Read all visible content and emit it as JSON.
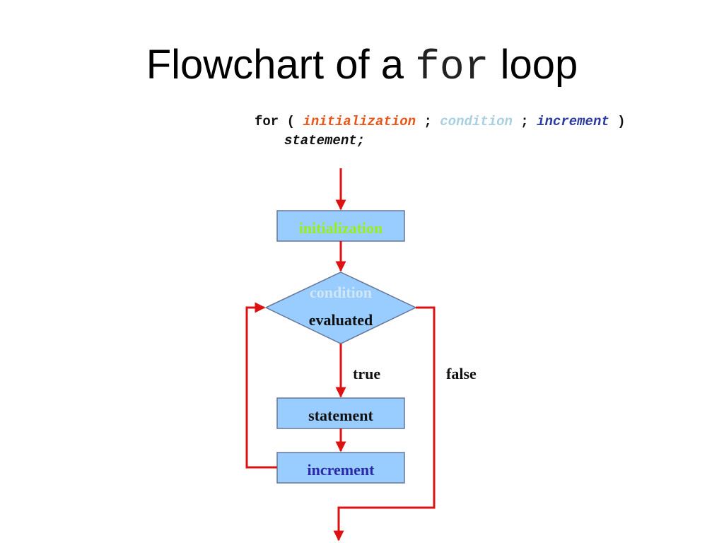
{
  "title": {
    "prefix": "Flowchart of a",
    "keyword": "for",
    "suffix": "loop"
  },
  "code": {
    "line1": {
      "for_kw": "for ( ",
      "initialization": "initialization",
      "sep1": " ; ",
      "condition": "condition",
      "sep2": " ; ",
      "increment": "increment",
      "close": " )"
    },
    "line2": "statement;"
  },
  "flowchart": {
    "init_box": "initialization",
    "condition_top": "condition",
    "condition_bottom": "evaluated",
    "statement_box": "statement",
    "increment_box": "increment",
    "true_label": "true",
    "false_label": "false"
  },
  "colors": {
    "arrow": "#dd1111",
    "box_fill": "#99ccff",
    "box_stroke": "#667799",
    "init_text": "#99ee22",
    "condition_text": "#cfe6f7",
    "statement_text": "#111111",
    "increment_text": "#2a2aa8"
  }
}
